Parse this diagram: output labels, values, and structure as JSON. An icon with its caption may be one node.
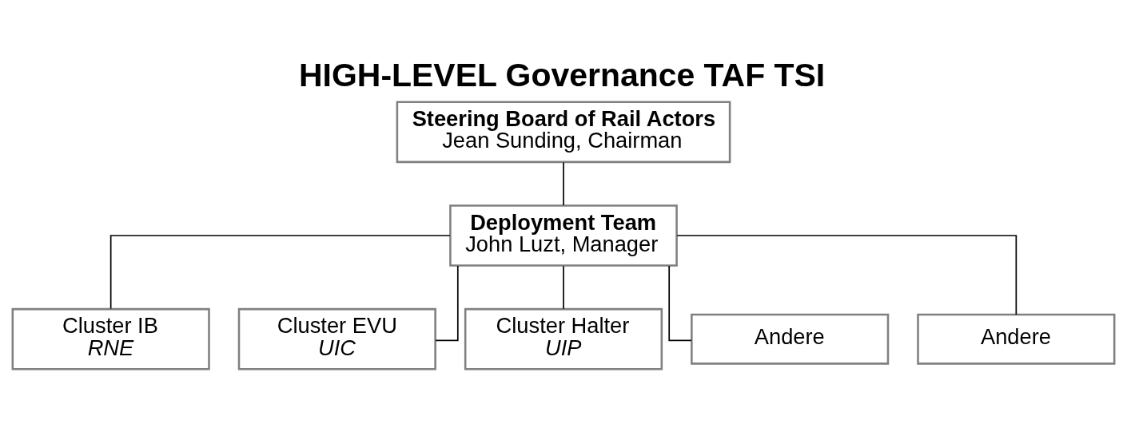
{
  "diagram": {
    "title": "HIGH-LEVEL Governance TAF TSI",
    "nodes": [
      {
        "text": [
          "Steering Board of Rail Actors",
          "Jean Sunding, Chairman"
        ]
      },
      {
        "text": [
          "Deployment Team",
          "John Luzt, Manager"
        ]
      },
      {
        "text": [
          "Cluster IB",
          "RNE"
        ]
      },
      {
        "text": [
          "Cluster EVU",
          "UIC"
        ]
      },
      {
        "text": [
          "Cluster Halter",
          "UIP"
        ]
      },
      {
        "text": [
          "Andere"
        ]
      },
      {
        "text": [
          "Andere"
        ]
      }
    ],
    "edges": [
      {
        "from": 0,
        "to": 1,
        "arrow": "none"
      },
      {
        "from": 1,
        "to": 2,
        "arrow": "none"
      },
      {
        "from": 1,
        "to": 3,
        "arrow": "none"
      },
      {
        "from": 1,
        "to": 4,
        "arrow": "none"
      },
      {
        "from": 1,
        "to": 5,
        "arrow": "none"
      },
      {
        "from": 1,
        "to": 6,
        "arrow": "none"
      }
    ]
  }
}
